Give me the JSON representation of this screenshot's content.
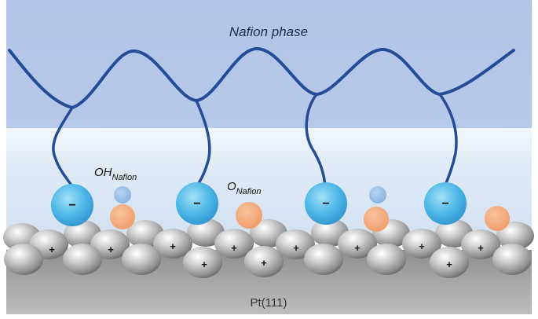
{
  "labels": {
    "nafion_phase": "Nafion phase",
    "oh_main": "OH",
    "oh_sub": "Nafion",
    "o_main": "O",
    "o_sub": "Nafion",
    "substrate": "Pt(111)"
  },
  "signs": {
    "minus": "−",
    "plus": "+"
  },
  "colors": {
    "nafion_bg": "#b3c6e8",
    "interface_bg": "#dde9f5",
    "chain": "#244c97",
    "sulfonate": "#4ab6e6",
    "hydrogen": "#8fb8e3",
    "oxygen": "#f4a273",
    "platinum_base": "#9f9f9f",
    "platinum_atom": "#bcbcbc"
  }
}
